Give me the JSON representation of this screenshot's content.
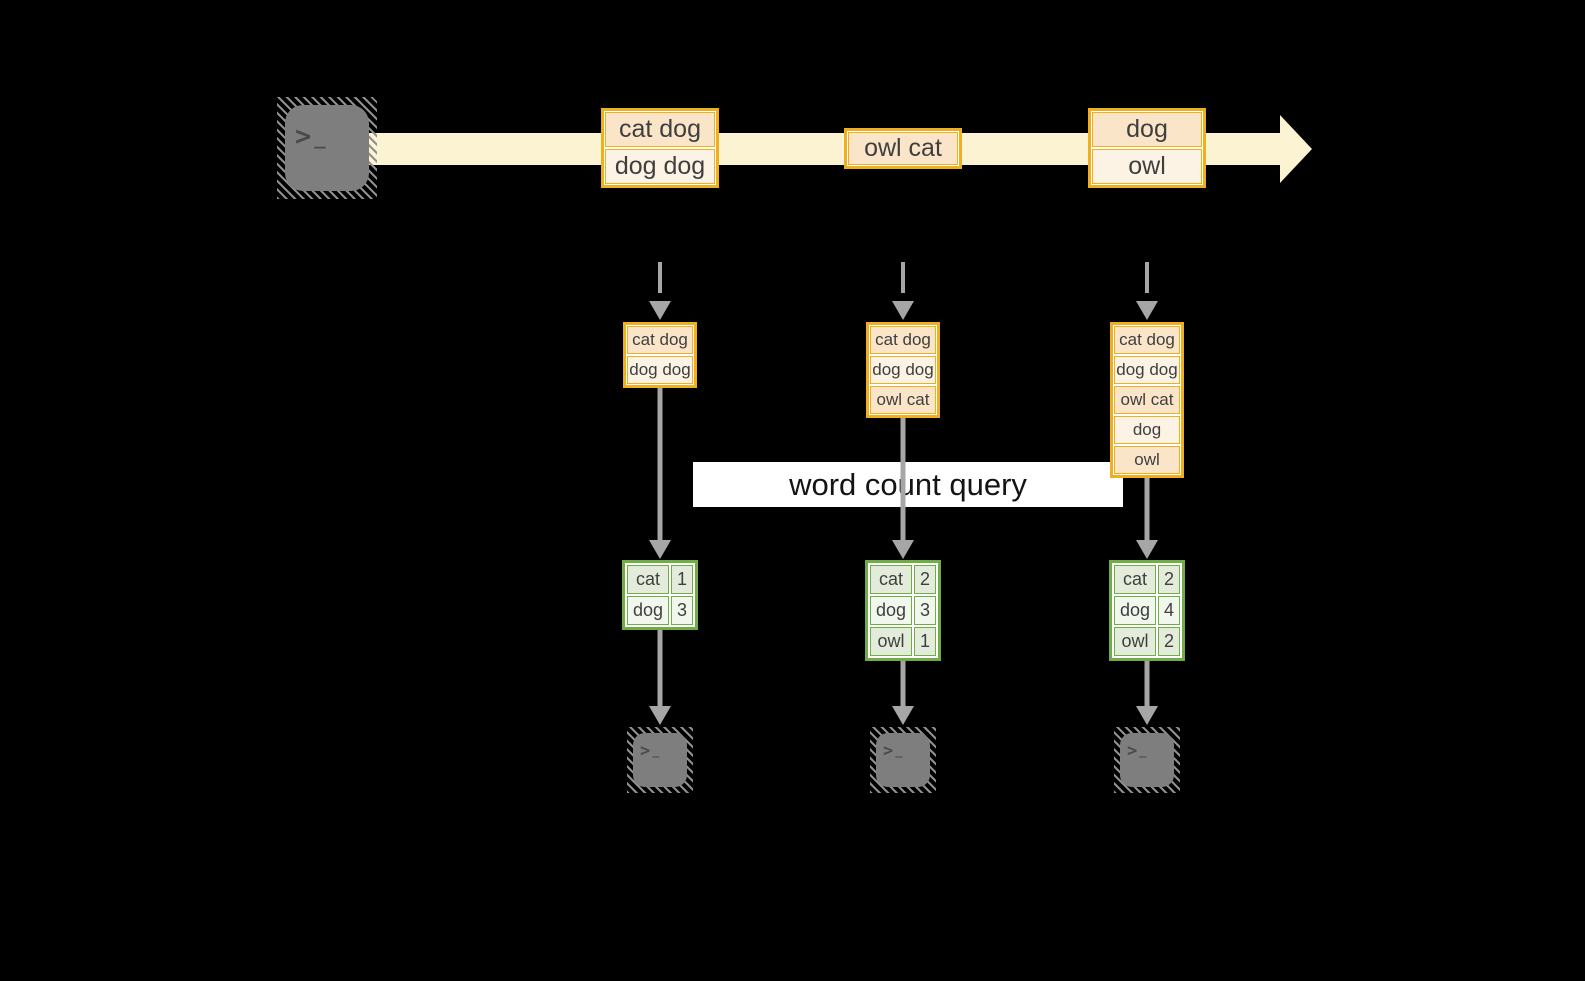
{
  "colors": {
    "background": "#000000",
    "band": "#FBF3D2",
    "orange": "#F0B01E",
    "peach": "#FAE5C9",
    "cream": "#FDF3E4",
    "green": "#70AD47",
    "gfill": "#E3ECDA",
    "gfill_light": "#F2F7EE",
    "arrow": "#A6A6A6",
    "hatch": "#8F8F8F",
    "terminal": "#7E7E7E",
    "glyph": "#4A4A4A",
    "text": "#3F3F3F",
    "banner_bg": "#FFFFFF",
    "banner_text": "#141414"
  },
  "source_terminal": {
    "chevron": ">",
    "cursor": "_"
  },
  "stream": {
    "batches": [
      {
        "items": [
          "cat dog",
          "dog dog"
        ]
      },
      {
        "items": [
          "owl cat"
        ]
      },
      {
        "items": [
          "dog",
          "owl"
        ]
      }
    ]
  },
  "query": {
    "label": "word count query"
  },
  "columns": [
    {
      "buffer": [
        "cat dog",
        "dog dog"
      ],
      "counts": [
        {
          "word": "cat",
          "count": "1"
        },
        {
          "word": "dog",
          "count": "3"
        }
      ]
    },
    {
      "buffer": [
        "cat dog",
        "dog dog",
        "owl cat"
      ],
      "counts": [
        {
          "word": "cat",
          "count": "2"
        },
        {
          "word": "dog",
          "count": "3"
        },
        {
          "word": "owl",
          "count": "1"
        }
      ]
    },
    {
      "buffer": [
        "cat dog",
        "dog dog",
        "owl cat",
        "dog",
        "owl"
      ],
      "counts": [
        {
          "word": "cat",
          "count": "2"
        },
        {
          "word": "dog",
          "count": "4"
        },
        {
          "word": "owl",
          "count": "2"
        }
      ]
    }
  ],
  "sink_terminals": [
    {
      "chevron": ">",
      "cursor": "_"
    },
    {
      "chevron": ">",
      "cursor": "_"
    },
    {
      "chevron": ">",
      "cursor": "_"
    }
  ]
}
